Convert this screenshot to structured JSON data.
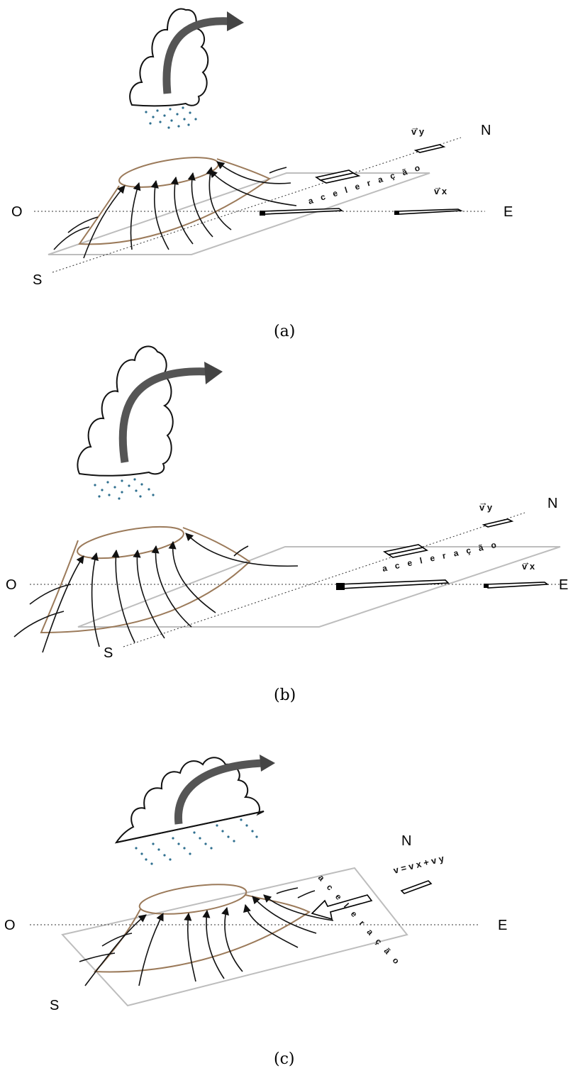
{
  "panels": [
    {
      "id": "a",
      "caption": "(a)",
      "compass": {
        "west": "O",
        "east": "E",
        "north": "N",
        "south": "S"
      },
      "acceleration_label": "a c e l e r a ç ã o",
      "vectors": {
        "vy": "v y",
        "vx": "v x"
      }
    },
    {
      "id": "b",
      "caption": "(b)",
      "compass": {
        "west": "O",
        "east": "E",
        "north": "N",
        "south": "S"
      },
      "acceleration_label": "a c e l e r a ç ã o",
      "vectors": {
        "vy": "v y",
        "vx": "v x"
      }
    },
    {
      "id": "c",
      "caption": "(c)",
      "compass": {
        "west": "O",
        "east": "E",
        "north": "N",
        "south": "S"
      },
      "acceleration_label": "a c e l e r a ç ã o",
      "vectors": {
        "sum": "v = v x + v y"
      }
    }
  ]
}
